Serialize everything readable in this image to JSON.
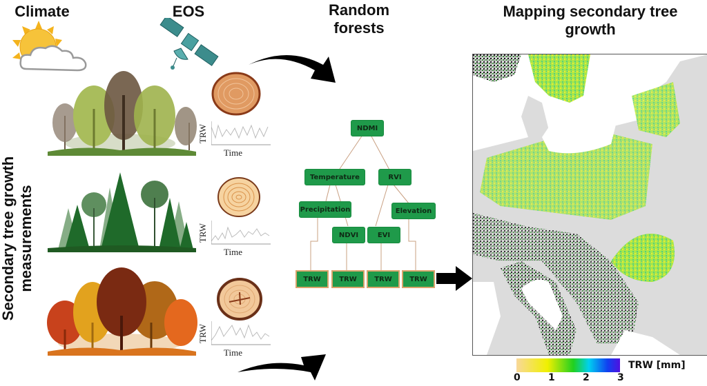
{
  "titles": {
    "climate": "Climate",
    "eos": "EOS",
    "random_forests_line1": "Random",
    "random_forests_line2": "forests",
    "mapping_line1": "Mapping secondary tree",
    "mapping_line2": "growth",
    "side_line1": "Secondary tree growth",
    "side_line2": "measurements"
  },
  "icons": [
    "sun-cloud-icon",
    "satellite-icon",
    "curved-arrow-icon",
    "right-arrow-icon"
  ],
  "stands": [
    {
      "name": "deciduous-stand",
      "colors": [
        "#a7b85a",
        "#5a4a3a",
        "#8a9a4a"
      ]
    },
    {
      "name": "conifer-stand",
      "colors": [
        "#2e6b2e",
        "#7ea87e"
      ]
    },
    {
      "name": "autumn-stand",
      "colors": [
        "#c8421c",
        "#e0a020",
        "#7a2a12",
        "#b06a18",
        "#e46a1e"
      ]
    }
  ],
  "tree_ring_plots": [
    {
      "y_label": "TRW",
      "x_label": "Time"
    },
    {
      "y_label": "TRW",
      "x_label": "Time"
    },
    {
      "y_label": "TRW",
      "x_label": "Time"
    }
  ],
  "decision_tree": {
    "root": "NDMI",
    "level1": [
      "Temperature",
      "RVI"
    ],
    "level2": [
      "Precipitation",
      "Elevation"
    ],
    "level3": [
      "NDVI",
      "EVI"
    ],
    "leaves": [
      "TRW",
      "TRW",
      "TRW",
      "TRW"
    ],
    "node_color": "#1f9a4a",
    "edge_color": "#c9a082"
  },
  "map": {
    "region": "Central and Eastern Europe",
    "legend": {
      "label": "TRW [mm]",
      "ticks": [
        "0",
        "1",
        "2",
        "3"
      ],
      "colors": [
        "#f8d89a",
        "#f0f000",
        "#20d020",
        "#00d0f0",
        "#1040f0",
        "#5010e0"
      ]
    }
  }
}
